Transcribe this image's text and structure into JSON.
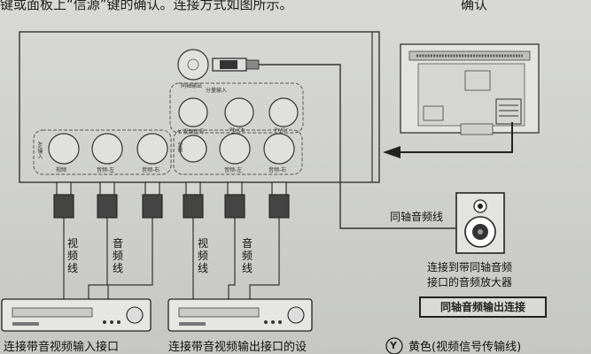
{
  "header": {
    "top_text": "键或面板上“信源”键的确认。连接方式如图所示。",
    "top_right_text": "确认"
  },
  "panel": {
    "coax_jack_label": "同轴输出",
    "component_group_label": "分量输入",
    "ports": [
      {
        "id": "y",
        "label": "Y 视频信号"
      },
      {
        "id": "pbcb",
        "label": "Pb/Cb"
      },
      {
        "id": "prcr",
        "label": "Pr/Cr"
      },
      {
        "id": "video",
        "label": "视频"
      },
      {
        "id": "audio_l_1",
        "label": "音频-左"
      },
      {
        "id": "audio_r_1",
        "label": "音频-右"
      },
      {
        "id": "audio_l_2",
        "label": "音频-左"
      },
      {
        "id": "audio_r_2",
        "label": "音频-右"
      }
    ],
    "av_in_side_label": "AV输入",
    "component_side_label": "分量"
  },
  "cables": {
    "video_cable": "视频线",
    "audio_cable_1": "音频线",
    "video_cable_2": "视频线",
    "audio_cable_2": "音频线",
    "coax_cable": "同轴音频线"
  },
  "speaker": {
    "caption_line1": "连接到带同轴音频",
    "caption_line2": "接口的音频放大器"
  },
  "box_label": "同轴音频输出连接",
  "footer": {
    "left_caption": "连接带音视频输入接口",
    "middle_caption": "连接带音视频输出接口的设",
    "legend_symbol": "Y",
    "legend_text": "黄色(视频信号传输线)"
  }
}
